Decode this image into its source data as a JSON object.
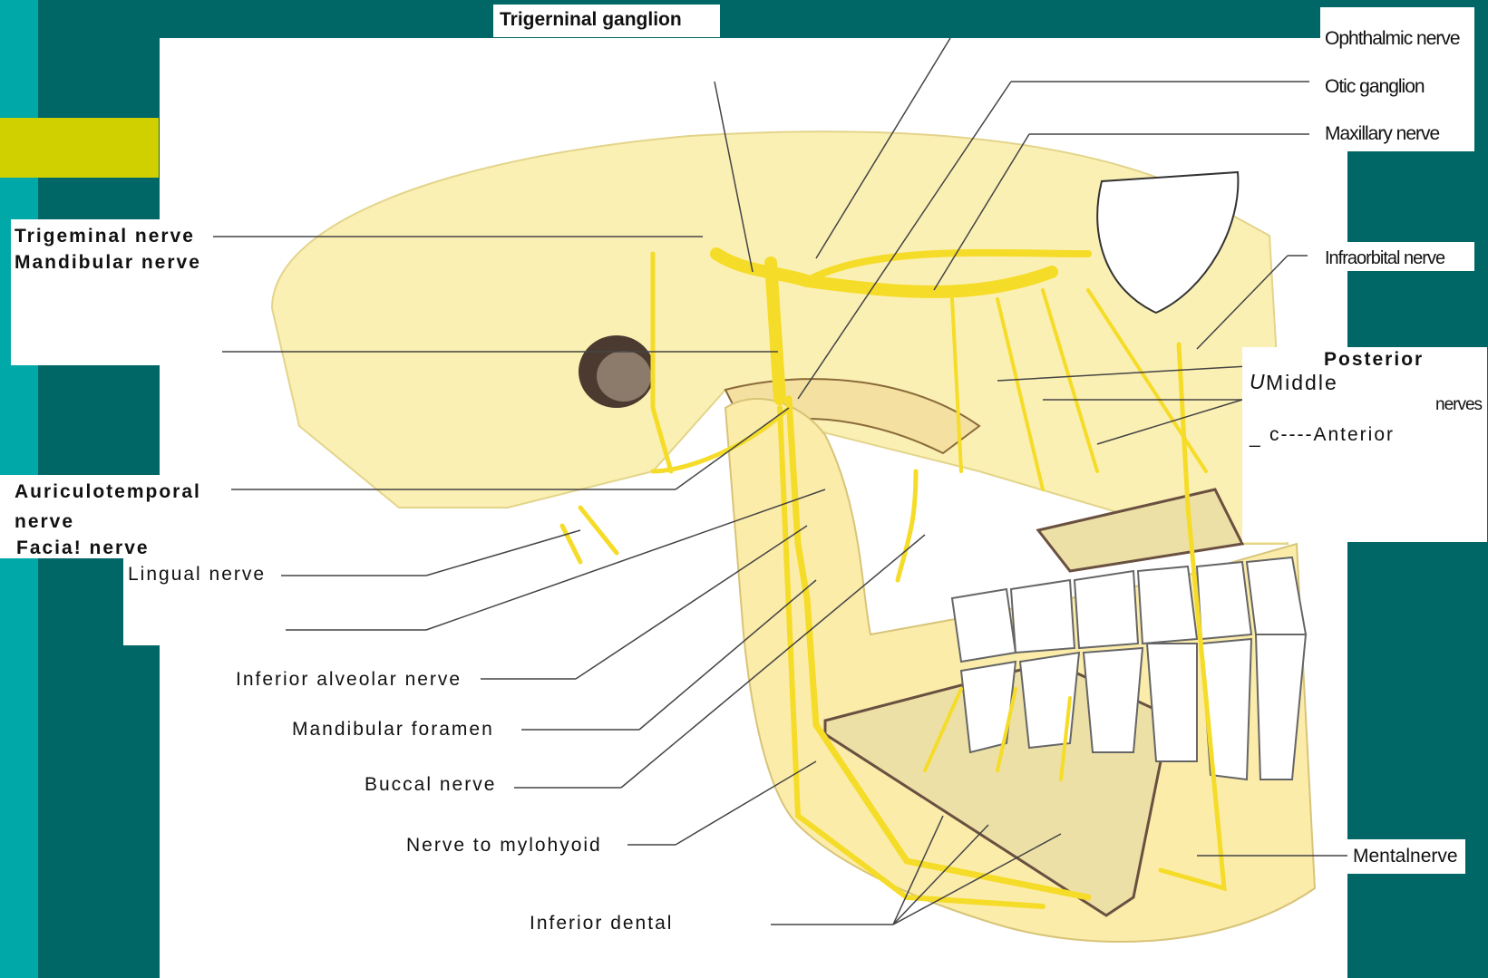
{
  "slide": {
    "colors": {
      "background": "#006666",
      "band": "#00a8a8",
      "accent": "#d0d000",
      "nerve": "#f5dc28",
      "bone": "#fbf0b4"
    }
  },
  "labels": {
    "trigeminal_ganglion": "Trigerninal ganglion",
    "ophthalmic_nerve": "Ophthalmic nerve",
    "otic_ganglion": "Otic ganglion",
    "maxillary_nerve": "Maxillary nerve",
    "trigeminal_nerve": "Trigeminal nerve",
    "mandibular_nerve": "Mandibular nerve",
    "infraorbital_nerve": "Infraorbital nerve",
    "posterior": "Posterior",
    "middle_marker": "U",
    "middle": "Middle",
    "nerves": "nerves",
    "anterior_marker": "_",
    "anterior": "c----Anterior",
    "auriculotemporal_1": "Auriculotemporal",
    "auriculotemporal_2": "nerve",
    "facial_nerve": "Facia! nerve",
    "lingual_nerve": "Lingual nerve",
    "inferior_alveolar_nerve": "Inferior alveolar nerve",
    "mandibular_foramen": "Mandibular foramen",
    "buccal_nerve": "Buccal nerve",
    "nerve_to_mylohyoid": "Nerve to mylohyoid",
    "inferior_dental": "Inferior dental",
    "mental_nerve": "Mentalnerve"
  }
}
